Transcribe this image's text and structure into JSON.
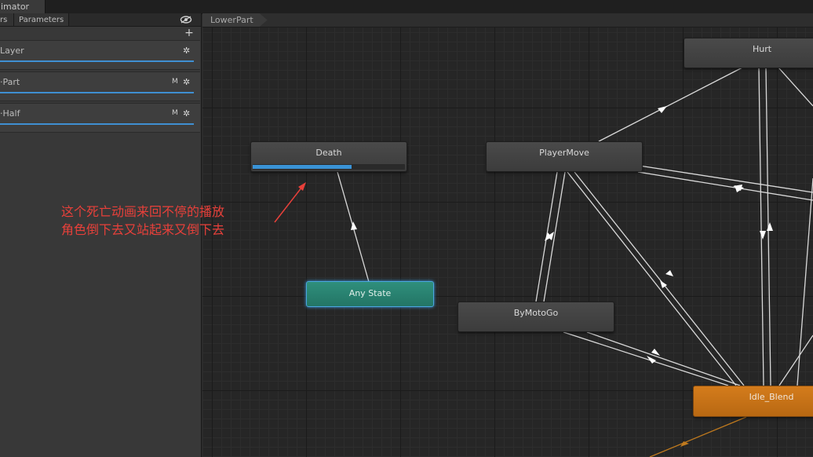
{
  "window": {
    "tab_label": "imator"
  },
  "left_panel": {
    "tabs": {
      "layers": "rs",
      "parameters": "Parameters"
    },
    "add_label": "+",
    "layers": [
      {
        "name": "Layer",
        "flag": "",
        "gear": "✲"
      },
      {
        "name": "·Part",
        "flag": "M",
        "gear": "✲"
      },
      {
        "name": "·Half",
        "flag": "M",
        "gear": "✲"
      }
    ]
  },
  "graph": {
    "breadcrumb": "LowerPart",
    "states": {
      "death": "Death",
      "playermove": "PlayerMove",
      "hurt": "Hurt",
      "bymotogo": "ByMotoGo",
      "anystate": "Any State",
      "idleblend": "Idle_Blend"
    },
    "death_progress": 0.65
  },
  "annotation": {
    "text": "这个死亡动画来回不停的播放\n角色倒下去又站起来又倒下去",
    "color": "#e8403a"
  },
  "colors": {
    "layer_bar": "#3f8fd2",
    "any_state": "#2f8f7c",
    "idle_blend": "#d47c1c",
    "progress": "#3a93d6"
  }
}
